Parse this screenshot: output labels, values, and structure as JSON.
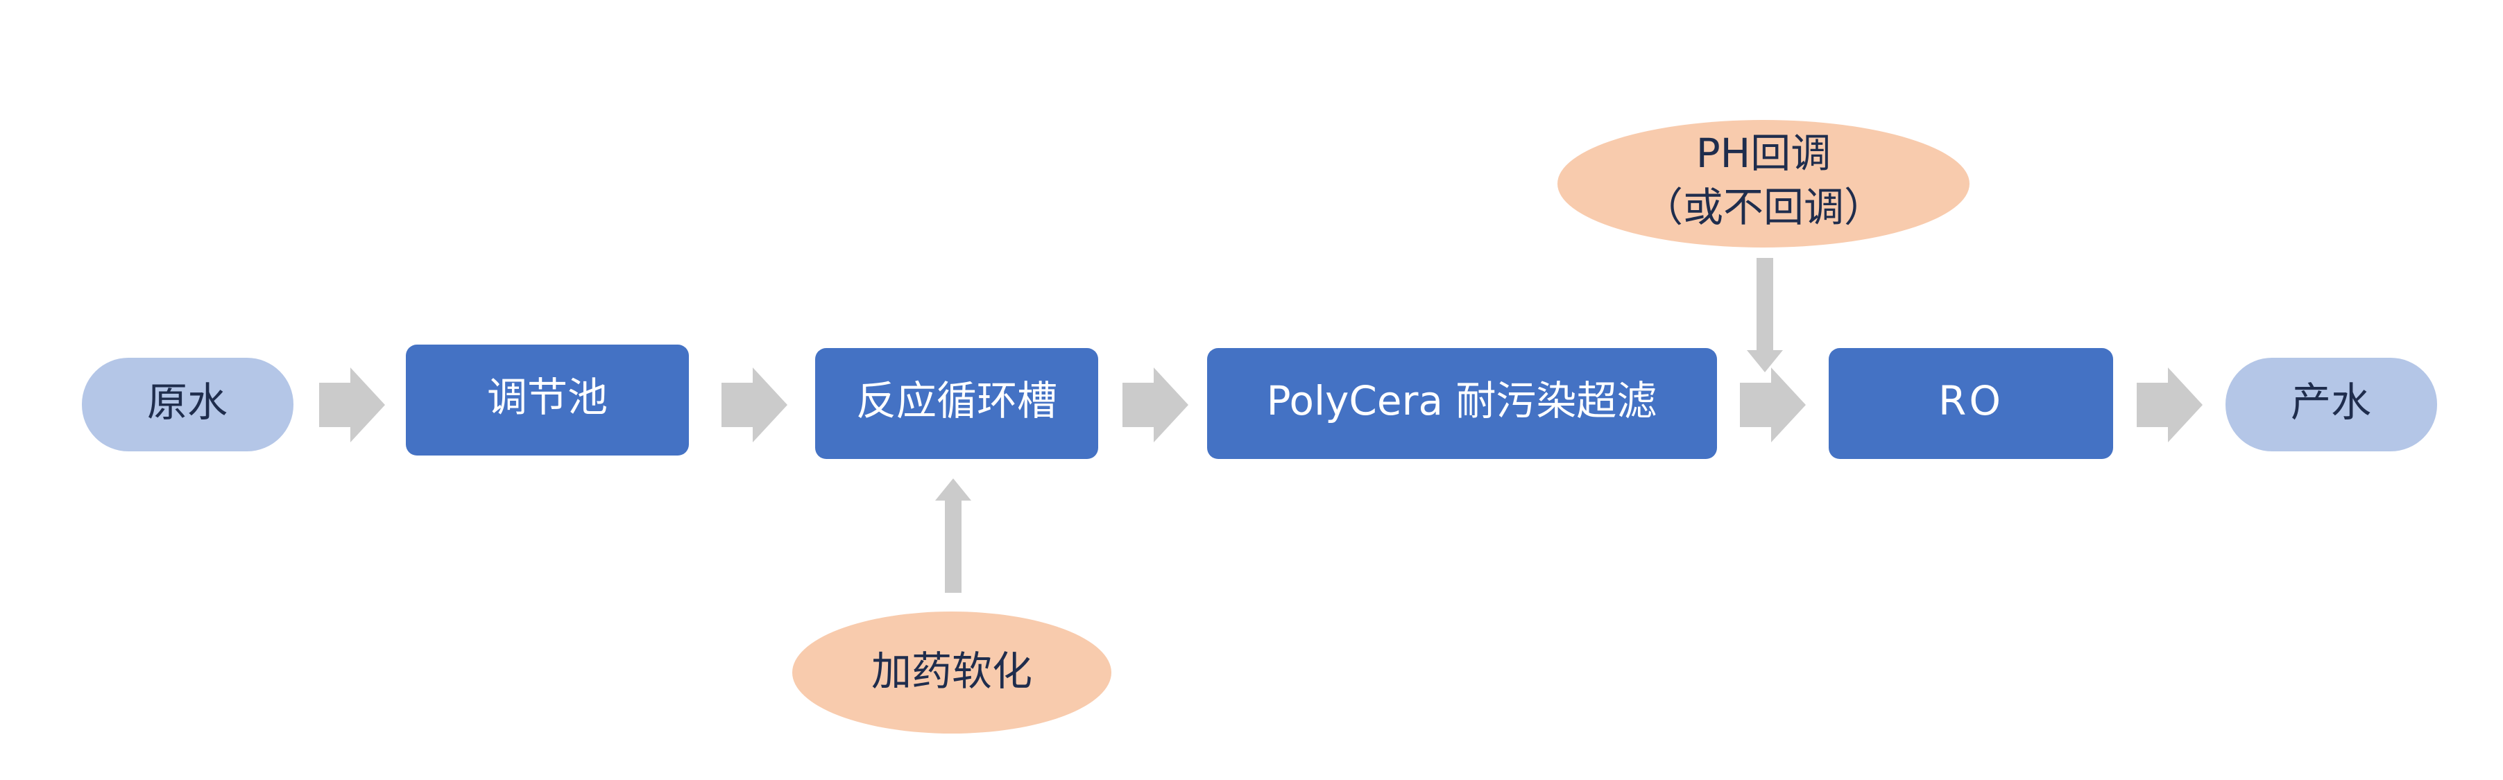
{
  "colors": {
    "terminal_fill": "#b4c6e7",
    "process_fill": "#4472c4",
    "additive_fill": "#f8cbad",
    "arrow_fill": "#cbcbcb",
    "dark_text": "#1f2d4d",
    "light_text": "#ffffff"
  },
  "nodes": {
    "raw_water": "原水",
    "regulating_tank": "调节池",
    "reaction_tank": "反应循环槽",
    "uf": "PolyCera 耐污染超滤",
    "ro": "RO",
    "product_water": "产水",
    "softening": "加药软化",
    "ph_line1": "PH回调",
    "ph_line2": "（或不回调）"
  }
}
